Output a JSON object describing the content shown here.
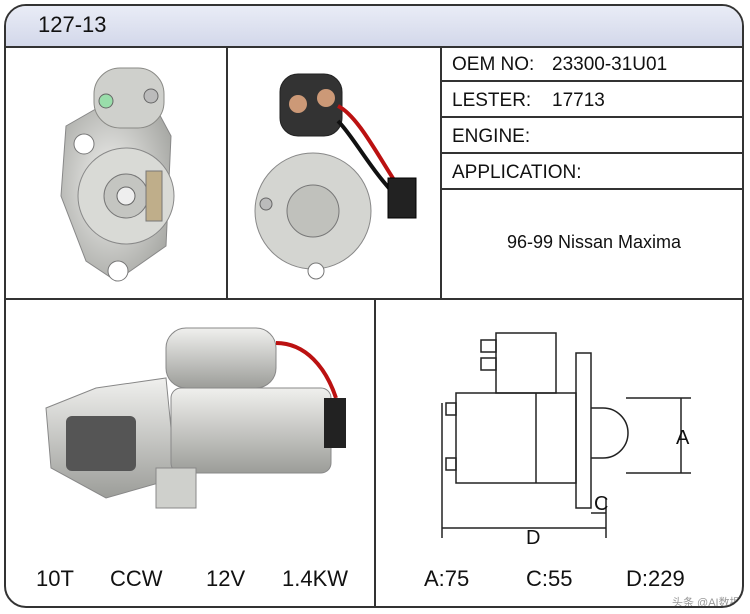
{
  "header": {
    "code": "127-13"
  },
  "info": {
    "oem_label": "OEM NO:",
    "oem_value": "23300-31U01",
    "lester_label": "LESTER:",
    "lester_value": "17713",
    "engine_label": "ENGINE:",
    "engine_value": "",
    "application_label": "APPLICATION:",
    "application_value": "96-99 Nissan Maxima"
  },
  "specs": {
    "teeth": "10T",
    "rotation": "CCW",
    "voltage": "12V",
    "power": "1.4KW"
  },
  "dimensions": {
    "a": "A:75",
    "c": "C:55",
    "d": "D:229",
    "label_a": "A",
    "label_c": "C",
    "label_d": "D"
  },
  "watermark": "头条 @AI数据研究"
}
